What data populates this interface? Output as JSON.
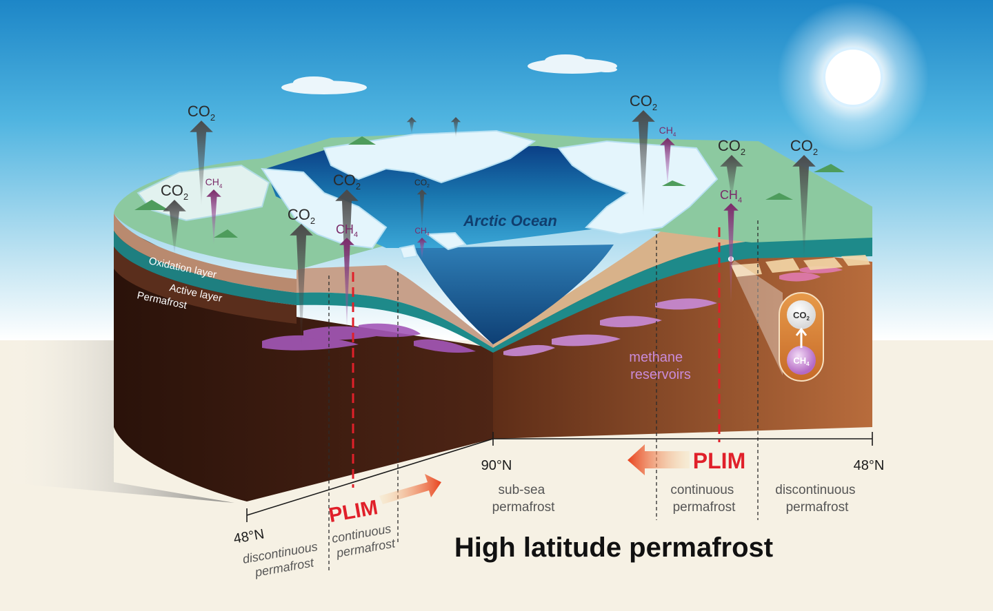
{
  "title": "High latitude permafrost",
  "ocean_label": "Arctic Ocean",
  "layers": {
    "oxidation": "Oxidation layer",
    "active": "Active layer",
    "permafrost": "Permafrost"
  },
  "methane_reservoirs": [
    "methane",
    "reservoirs"
  ],
  "gases": {
    "co2_main": "CO",
    "co2_sub": "2",
    "ch4_main": "CH",
    "ch4_sub": "4"
  },
  "inset": {
    "top_main": "CO",
    "top_sub": "2",
    "bottom_main": "CH",
    "bottom_sub": "4"
  },
  "latitudes": {
    "left": "48°N",
    "center": "90°N",
    "right": "48°N"
  },
  "zones": {
    "left_discontinuous": [
      "discontinuous",
      "permafrost"
    ],
    "left_continuous": [
      "continuous",
      "permafrost"
    ],
    "subsea": [
      "sub-sea",
      "permafrost"
    ],
    "right_continuous": [
      "continuous",
      "permafrost"
    ],
    "right_discontinuous": [
      "discontinuous",
      "permafrost"
    ]
  },
  "plim": {
    "left": "PLIM",
    "right": "PLIM"
  },
  "colors": {
    "sky_top": "#1d86c7",
    "sky_bottom": "#ffffff",
    "ground": "#f6f1e4",
    "tundra": "#8cc9a0",
    "ice": "#dff2fb",
    "ocean": "#1a78b0",
    "soil_dark": "#3a1a0e",
    "soil_light": "#b4683a",
    "active_layer": "#1e8a8a",
    "methane": "#b46ac4",
    "plim_red": "#e0202a",
    "arrow_orange": "#f08a2a"
  }
}
